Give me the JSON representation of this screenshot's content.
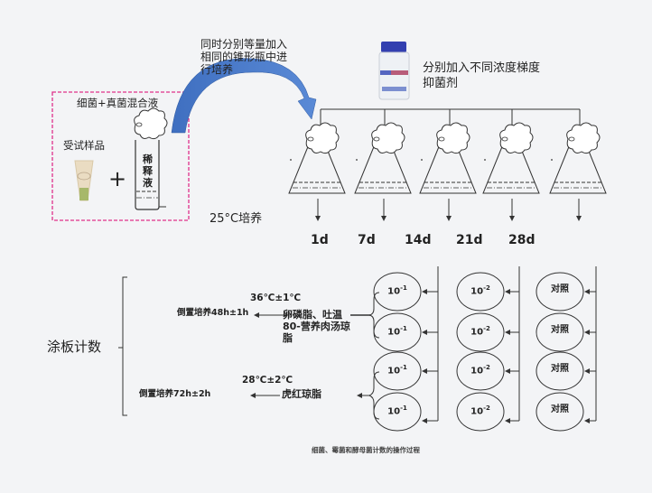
{
  "diagram": {
    "transfer_note": "同时分别等量加入相同的锥形瓶中进行培养",
    "mixture_label": "细菌+真菌混合液",
    "sample_label": "受试样品",
    "plus_sign": "+",
    "diluent_label": "稀释液",
    "inhibitor_note": "分别加入不同浓度梯度抑菌剂",
    "incubation_temp": "25°C培养",
    "sampling_days": [
      "1d",
      "7d",
      "14d",
      "21d",
      "28d"
    ],
    "flask_count": 5,
    "plate_count_label": "涂板计数",
    "bacteria_branch": {
      "temperature": "36℃±1℃",
      "incubation": "倒置培养48h±1h",
      "medium": "卵磷脂、吐温80-营养肉汤琼脂"
    },
    "fungi_branch": {
      "temperature": "28℃±2℃",
      "incubation": "倒置培养72h±2h",
      "medium": "虎红琼脂"
    },
    "plate_columns": [
      {
        "label_base": "10",
        "label_exp": "-1",
        "rows": 4
      },
      {
        "label_base": "10",
        "label_exp": "-2",
        "rows": 4
      },
      {
        "label_text": "对照",
        "rows": 4
      }
    ],
    "plates": {
      "col1": [
        "10",
        "10",
        "10",
        "10"
      ],
      "col2": [
        "10",
        "10",
        "10",
        "10"
      ],
      "col3": [
        "对照",
        "对照",
        "对照",
        "对照"
      ],
      "exp1": "-1",
      "exp2": "-2"
    },
    "caption": "细菌、霉菌和酵母菌计数的操作过程",
    "colors": {
      "background": "#f3f4f6",
      "dashed_box": "#e0308a",
      "arrow_blue": "#4a7cc9",
      "line": "#333333",
      "bottle_cap": "#3340b0"
    }
  }
}
